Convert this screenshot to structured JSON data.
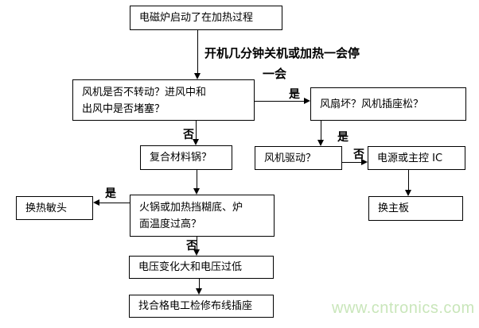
{
  "flowchart": {
    "nodes": {
      "start": "电磁炉启动了在加热过程",
      "fan_question": {
        "line1": "风机是否不转动？进风中和",
        "line2": "出风中是否堵塞？"
      },
      "fan_broken": "风扇坏？风机插座松？",
      "fan_drive": "风机驱动？",
      "power_ic": "电源或主控 IC",
      "replace_board": "换主板",
      "composite_pot": "复合材料锅？",
      "overheat": {
        "line1": "火锅或加热挡糊底、炉",
        "line2": "面温度过高？"
      },
      "replace_sensor": "换热敏头",
      "voltage": "电压变化大和电压过低",
      "electrician": "找合格电工检修布线插座"
    },
    "annotation": {
      "line1": "开机几分钟关机或加热一会停",
      "line2": "一会"
    },
    "labels": {
      "yes": "是",
      "no": "否"
    },
    "colors": {
      "line": "#000000",
      "box_border": "#000000",
      "background": "#ffffff"
    }
  },
  "watermark": {
    "text": "www.cntronics.com",
    "color": "#c9e6ba"
  }
}
